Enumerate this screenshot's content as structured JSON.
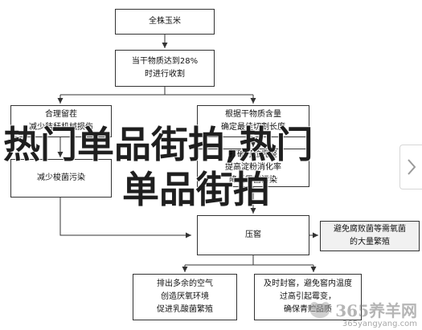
{
  "diagram": {
    "nodes": {
      "top": [
        "全株玉米"
      ],
      "dry": [
        "当干物质达到28%",
        "时进行收割"
      ],
      "left1": [
        "合理留茬",
        "减少秸秆机械损伤"
      ],
      "left2": [
        "减少梭菌污染"
      ],
      "right1": [
        "根据干物质含量",
        "确定最佳切割长度"
      ],
      "right2": [
        "打破籽粒完整",
        "提高淀粉消化率",
        "降低霉菌污染"
      ],
      "press": [
        "压窖"
      ],
      "right3": [
        "避免腐败菌等需氧菌",
        "的大量繁殖"
      ],
      "bottom_left": [
        "排出多余的空气",
        "创造厌氧环境",
        "促进乳酸菌繁殖"
      ],
      "bottom_right": [
        "及时封窖，避免窖内温度",
        "过高引起霉变，",
        "确保青贮品质"
      ]
    }
  },
  "overlay": {
    "line1": "热门单品街拍,热门",
    "line2": "单品街拍"
  },
  "watermark": {
    "text": "365养羊网",
    "url": "365yangyang.com"
  }
}
